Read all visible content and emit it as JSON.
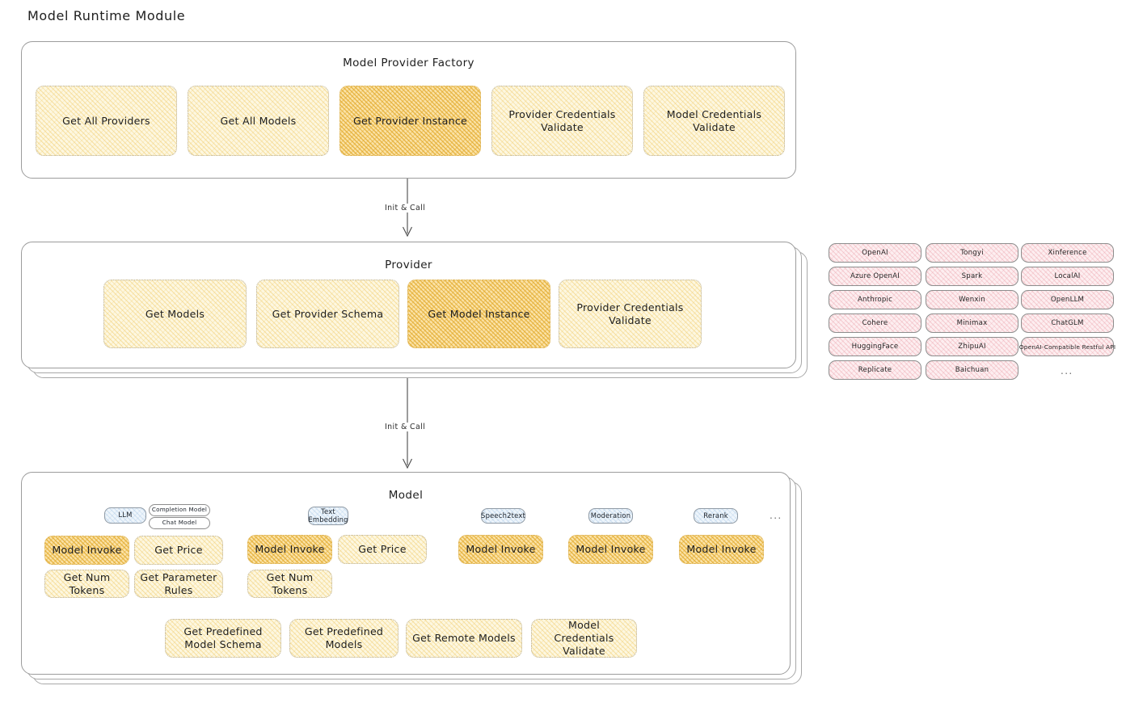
{
  "page": {
    "title": "Model Runtime Module"
  },
  "factory": {
    "title": "Model Provider Factory",
    "boxes": [
      {
        "label": "Get All Providers",
        "highlight": false
      },
      {
        "label": "Get All Models",
        "highlight": false
      },
      {
        "label": "Get Provider Instance",
        "highlight": true
      },
      {
        "label": "Provider Credentials Validate",
        "highlight": false
      },
      {
        "label": "Model Credentials Validate",
        "highlight": false
      }
    ]
  },
  "arrows": [
    {
      "label": "Init & Call"
    },
    {
      "label": "Init & Call"
    }
  ],
  "provider": {
    "title": "Provider",
    "boxes": [
      {
        "label": "Get Models",
        "highlight": false
      },
      {
        "label": "Get Provider Schema",
        "highlight": false
      },
      {
        "label": "Get Model Instance",
        "highlight": true
      },
      {
        "label": "Provider Credentials Validate",
        "highlight": false
      }
    ]
  },
  "provider_list": {
    "columns": [
      {
        "items": [
          "OpenAI",
          "Azure OpenAI",
          "Anthropic",
          "Cohere",
          "HuggingFace",
          "Replicate"
        ]
      },
      {
        "items": [
          "Tongyi",
          "Spark",
          "Wenxin",
          "Minimax",
          "ZhipuAI",
          "Baichuan"
        ]
      },
      {
        "items": [
          "Xinference",
          "LocalAI",
          "OpenLLM",
          "ChatGLM",
          "OpenAI-Compatible Restful API"
        ]
      }
    ],
    "more": "..."
  },
  "model": {
    "title": "Model",
    "more": "...",
    "types": [
      {
        "name": "LLM",
        "subtags": [
          "Completion Model",
          "Chat Model"
        ],
        "methods": [
          "Model Invoke",
          "Get Price",
          "Get Num Tokens",
          "Get Parameter Rules"
        ],
        "highlight_method": "Model Invoke"
      },
      {
        "name": "Text Embedding",
        "subtags": [],
        "methods": [
          "Model Invoke",
          "Get Price",
          "Get Num Tokens"
        ],
        "highlight_method": "Model Invoke"
      },
      {
        "name": "Speech2text",
        "subtags": [],
        "methods": [
          "Model Invoke"
        ],
        "highlight_method": "Model Invoke"
      },
      {
        "name": "Moderation",
        "subtags": [],
        "methods": [
          "Model Invoke"
        ],
        "highlight_method": "Model Invoke"
      },
      {
        "name": "Rerank",
        "subtags": [],
        "methods": [
          "Model Invoke"
        ],
        "highlight_method": "Model Invoke"
      }
    ],
    "common_methods": [
      "Get Predefined Model Schema",
      "Get Predefined Models",
      "Get Remote Models",
      "Model Credentials Validate"
    ]
  },
  "colors": {
    "hatch_fill": "#fdf7e0",
    "hatch_highlight": "#fbe3a8",
    "provider_chip": "#fdeef0",
    "type_tag": "#eef5fb",
    "card_border": "#9c9c9c",
    "text": "#1e1e1e"
  }
}
